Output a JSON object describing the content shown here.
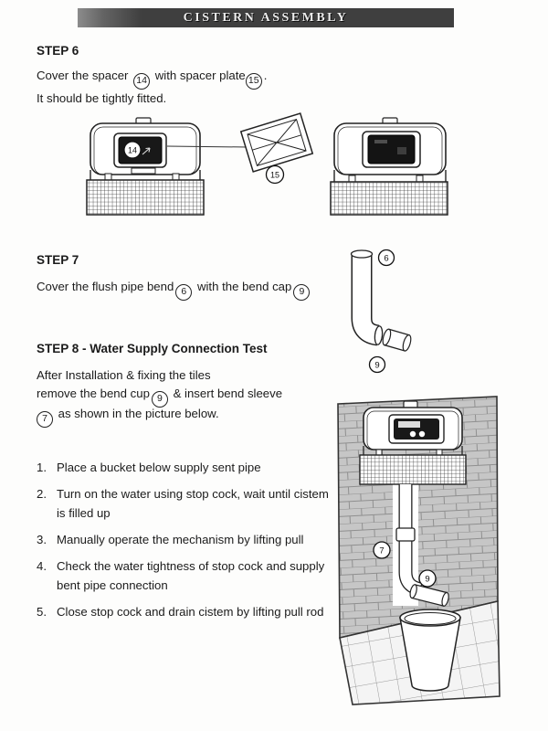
{
  "banner": {
    "title": "CISTERN ASSEMBLY"
  },
  "step6": {
    "heading": "STEP 6",
    "line1": {
      "t1": "Cover the spacer",
      "n1": "14",
      "t2": "with spacer plate",
      "n2": "15",
      "t3": "."
    },
    "line2": "It should be tightly fitted."
  },
  "step7": {
    "heading": "STEP 7",
    "line": {
      "t1": "Cover the flush pipe bend",
      "n1": "6",
      "t2": "with the bend cap",
      "n2": "9"
    }
  },
  "step8": {
    "heading": "STEP 8 - Water Supply Connection Test",
    "para": {
      "l1": "After Installation & fixing the tiles",
      "l2a": "remove the bend cup",
      "n9": "9",
      "l2b": "& insert bend sleeve",
      "n7": "7",
      "l3": "as shown in the picture below."
    },
    "list": [
      {
        "num": "1.",
        "text": "Place a bucket below supply sent pipe"
      },
      {
        "num": "2.",
        "text": "Turn on the water using stop cock, wait until cistem is filled up"
      },
      {
        "num": "3.",
        "text": "Manually operate the mechanism by lifting pull"
      },
      {
        "num": "4.",
        "text": "Check the water tightness of stop cock and supply bent pipe connection"
      },
      {
        "num": "5.",
        "text": "Close stop cock and drain cistem by lifting pull rod"
      }
    ]
  },
  "diagram1": {
    "label14": "14",
    "label15": "15"
  },
  "diagram2": {
    "label6": "6",
    "label9": "9"
  },
  "diagram3": {
    "label7": "7",
    "label9": "9"
  }
}
